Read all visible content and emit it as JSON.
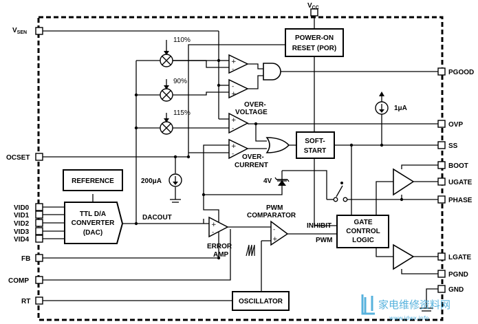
{
  "pins_left": {
    "vsen_main": "V",
    "vsen_sub": "SEN",
    "ocset": "OCSET",
    "vid0": "VID0",
    "vid1": "VID1",
    "vid2": "VID2",
    "vid3": "VID3",
    "vid4": "VID4",
    "fb": "FB",
    "comp": "COMP",
    "rt": "RT"
  },
  "pins_right": {
    "pgood": "PGOOD",
    "ovp": "OVP",
    "ss": "SS",
    "boot": "BOOT",
    "ugate": "UGATE",
    "phase": "PHASE",
    "lgate": "LGATE",
    "pgnd": "PGND",
    "gnd": "GND"
  },
  "pin_top": {
    "vcc_main": "V",
    "vcc_sub": "CC"
  },
  "blocks": {
    "por_line1": "POWER-ON",
    "por_line2": "RESET (POR)",
    "softstart_line1": "SOFT-",
    "softstart_line2": "START",
    "reference": "REFERENCE",
    "dac_line1": "TTL D/A",
    "dac_line2": "CONVERTER",
    "dac_line3": "(DAC)",
    "gate_line1": "GATE",
    "gate_line2": "CONTROL",
    "gate_line3": "LOGIC",
    "oscillator": "OSCILLATOR"
  },
  "labels": {
    "pct110": "110%",
    "pct90": "90%",
    "pct115": "115%",
    "overvoltage_1": "OVER-",
    "overvoltage_2": "VOLTAGE",
    "overcurrent_1": "OVER-",
    "overcurrent_2": "CURRENT",
    "i_200": "200μA",
    "i_1": "1μA",
    "v_4": "4V",
    "dacout": "DACOUT",
    "pwm_comp_1": "PWM",
    "pwm_comp_2": "COMPARATOR",
    "error_amp_1": "ERROR",
    "error_amp_2": "AMP",
    "inhibit": "INHIBIT",
    "pwm": "PWM"
  },
  "watermark": {
    "text": "家电维修资料网",
    "url": "www.jdwx.info"
  },
  "colors": {
    "line": "#000000",
    "watermark": "#3aa5d8"
  }
}
